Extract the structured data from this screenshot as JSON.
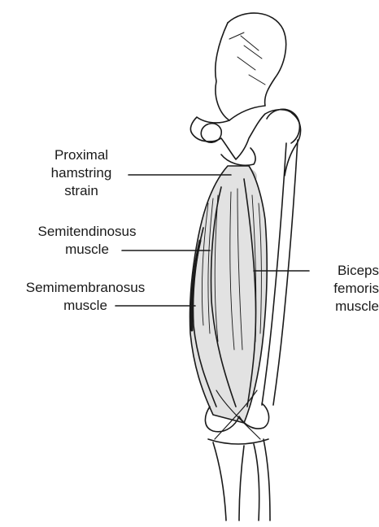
{
  "labels": {
    "proximal_strain": [
      "Proximal",
      "hamstring",
      "strain"
    ],
    "semitendinosus": [
      "Semitendinosus",
      "muscle"
    ],
    "semimembranosus": [
      "Semimembranosus",
      "muscle"
    ],
    "biceps_femoris": [
      "Biceps",
      "femoris",
      "muscle"
    ]
  },
  "colors": {
    "ink": "#1a1a1a",
    "muscle_shade": "#e2e2e2",
    "strain_highlight": "#bdbdbd"
  }
}
